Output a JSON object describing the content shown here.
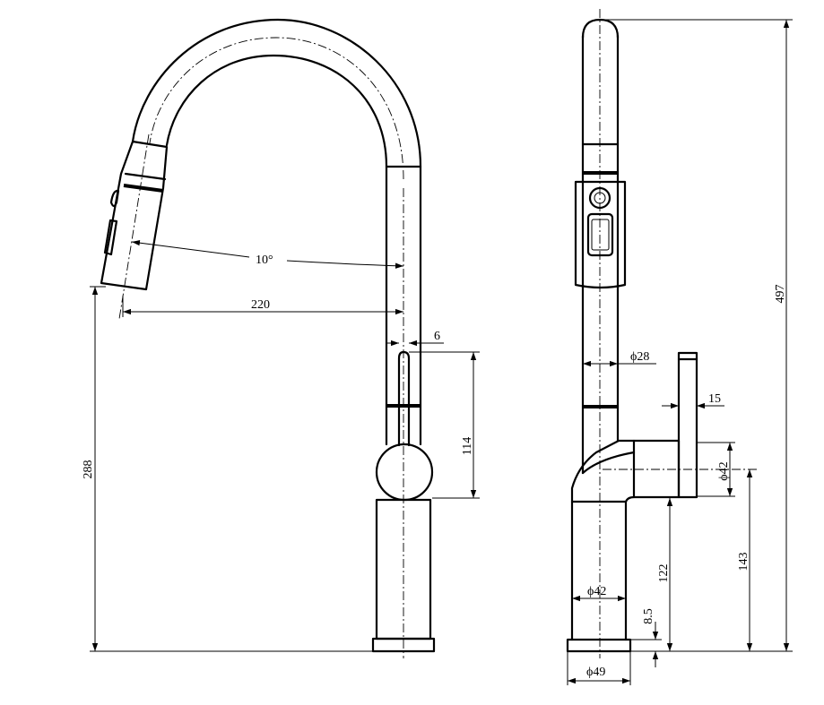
{
  "dimensions": {
    "spray_angle": "10°",
    "reach": "220",
    "handle_offset": "6",
    "handle_height": "114",
    "spout_height": "288",
    "total_height": "497",
    "spout_diameter": "ϕ28",
    "handle_thickness": "15",
    "handle_body_diameter": "ϕ42",
    "body_height": "122",
    "handle_axis_height": "143",
    "body_diameter": "ϕ42",
    "base_thickness": "8.5",
    "base_diameter": "ϕ49"
  }
}
